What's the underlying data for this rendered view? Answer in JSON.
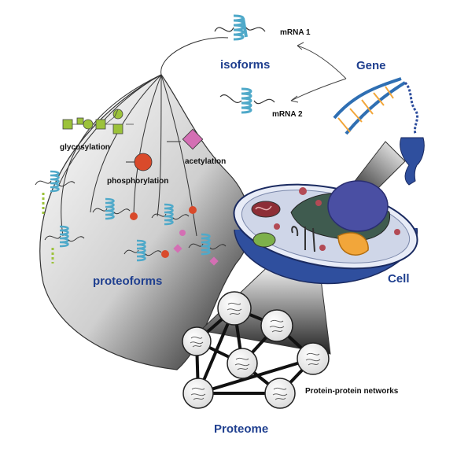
{
  "labels": {
    "isoforms": "isoforms",
    "gene": "Gene",
    "mrna1": "mRNA 1",
    "mrna2": "mRNA 2",
    "glycosylation": "glycosylation",
    "phosphorylation": "phosphorylation",
    "acetylation": "acetylation",
    "proteoforms": "proteoforms",
    "cell": "Cell",
    "ppn": "Protein-protein networks",
    "proteome": "Proteome"
  },
  "colors": {
    "title_blue": "#1f3f8f",
    "protein_cyan": "#4fa9c9",
    "phospho_red": "#d94a2b",
    "acetyl_pink": "#d46fb4",
    "glyco_green": "#9cc23a",
    "cell_blue": "#2f4f9e",
    "nucleus": "#4a4fa3"
  },
  "icons": [
    "protein-icon",
    "dna-helix-icon",
    "chromosome-icon",
    "cell-icon",
    "network-node-icon"
  ]
}
